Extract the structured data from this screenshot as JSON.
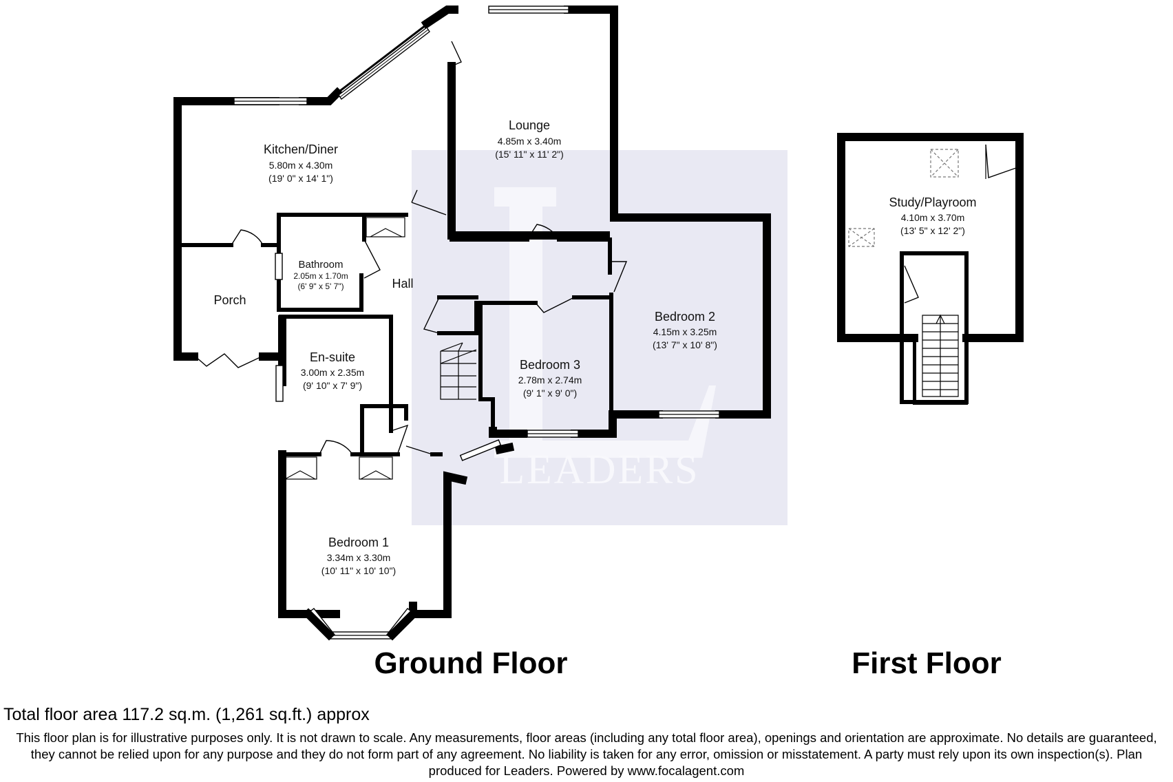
{
  "watermark": {
    "text": "LEADERS",
    "color": "#e6e6f2"
  },
  "ground_floor": {
    "title": "Ground Floor",
    "rooms": {
      "kitchen": {
        "name": "Kitchen/Diner",
        "metric": "5.80m x 4.30m",
        "imperial": "(19' 0\" x 14' 1\")"
      },
      "lounge": {
        "name": "Lounge",
        "metric": "4.85m x 3.40m",
        "imperial": "(15' 11\" x 11' 2\")"
      },
      "bathroom": {
        "name": "Bathroom",
        "metric": "2.05m x 1.70m",
        "imperial": "(6' 9\" x 5' 7\")"
      },
      "porch": {
        "name": "Porch"
      },
      "hall": {
        "name": "Hall"
      },
      "ensuite": {
        "name": "En-suite",
        "metric": "3.00m x 2.35m",
        "imperial": "(9' 10\" x 7' 9\")"
      },
      "bedroom3": {
        "name": "Bedroom 3",
        "metric": "2.78m x 2.74m",
        "imperial": "(9' 1\" x 9' 0\")"
      },
      "bedroom2": {
        "name": "Bedroom 2",
        "metric": "4.15m x 3.25m",
        "imperial": "(13' 7\" x 10' 8\")"
      },
      "bedroom1": {
        "name": "Bedroom 1",
        "metric": "3.34m x 3.30m",
        "imperial": "(10' 11\" x 10' 10\")"
      }
    }
  },
  "first_floor": {
    "title": "First Floor",
    "rooms": {
      "study": {
        "name": "Study/Playroom",
        "metric": "4.10m x 3.70m",
        "imperial": "(13' 5\" x 12' 2\")"
      }
    }
  },
  "footer": {
    "total_area": "Total floor area 117.2 sq.m. (1,261 sq.ft.) approx",
    "disclaimer": "This floor plan is for illustrative purposes only. It is not drawn to scale. Any measurements, floor areas (including any total floor area), openings and orientation are approximate. No details are guaranteed, they cannot be relied upon for any purpose and they do not form part of any agreement. No liability is taken for any error, omission or misstatement. A party must rely upon its own inspection(s). Plan produced for Leaders. Powered by www.focalagent.com"
  }
}
